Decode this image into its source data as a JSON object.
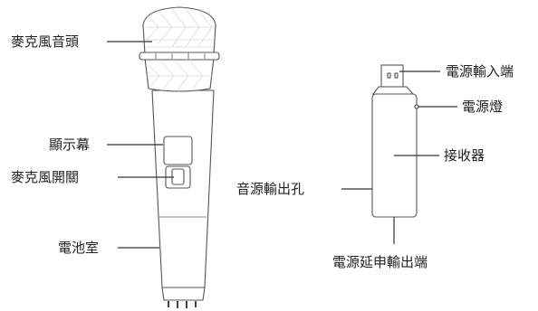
{
  "microphone": {
    "labels": {
      "head": "麥克風音頭",
      "display": "顯示幕",
      "switch": "麥克風開關",
      "battery": "電池室"
    }
  },
  "receiver": {
    "labels": {
      "power_input": "電源輸入端",
      "power_light": "電源燈",
      "receiver": "接收器",
      "audio_out": "音源輸出孔",
      "power_ext": "電源延申輸出端"
    }
  }
}
